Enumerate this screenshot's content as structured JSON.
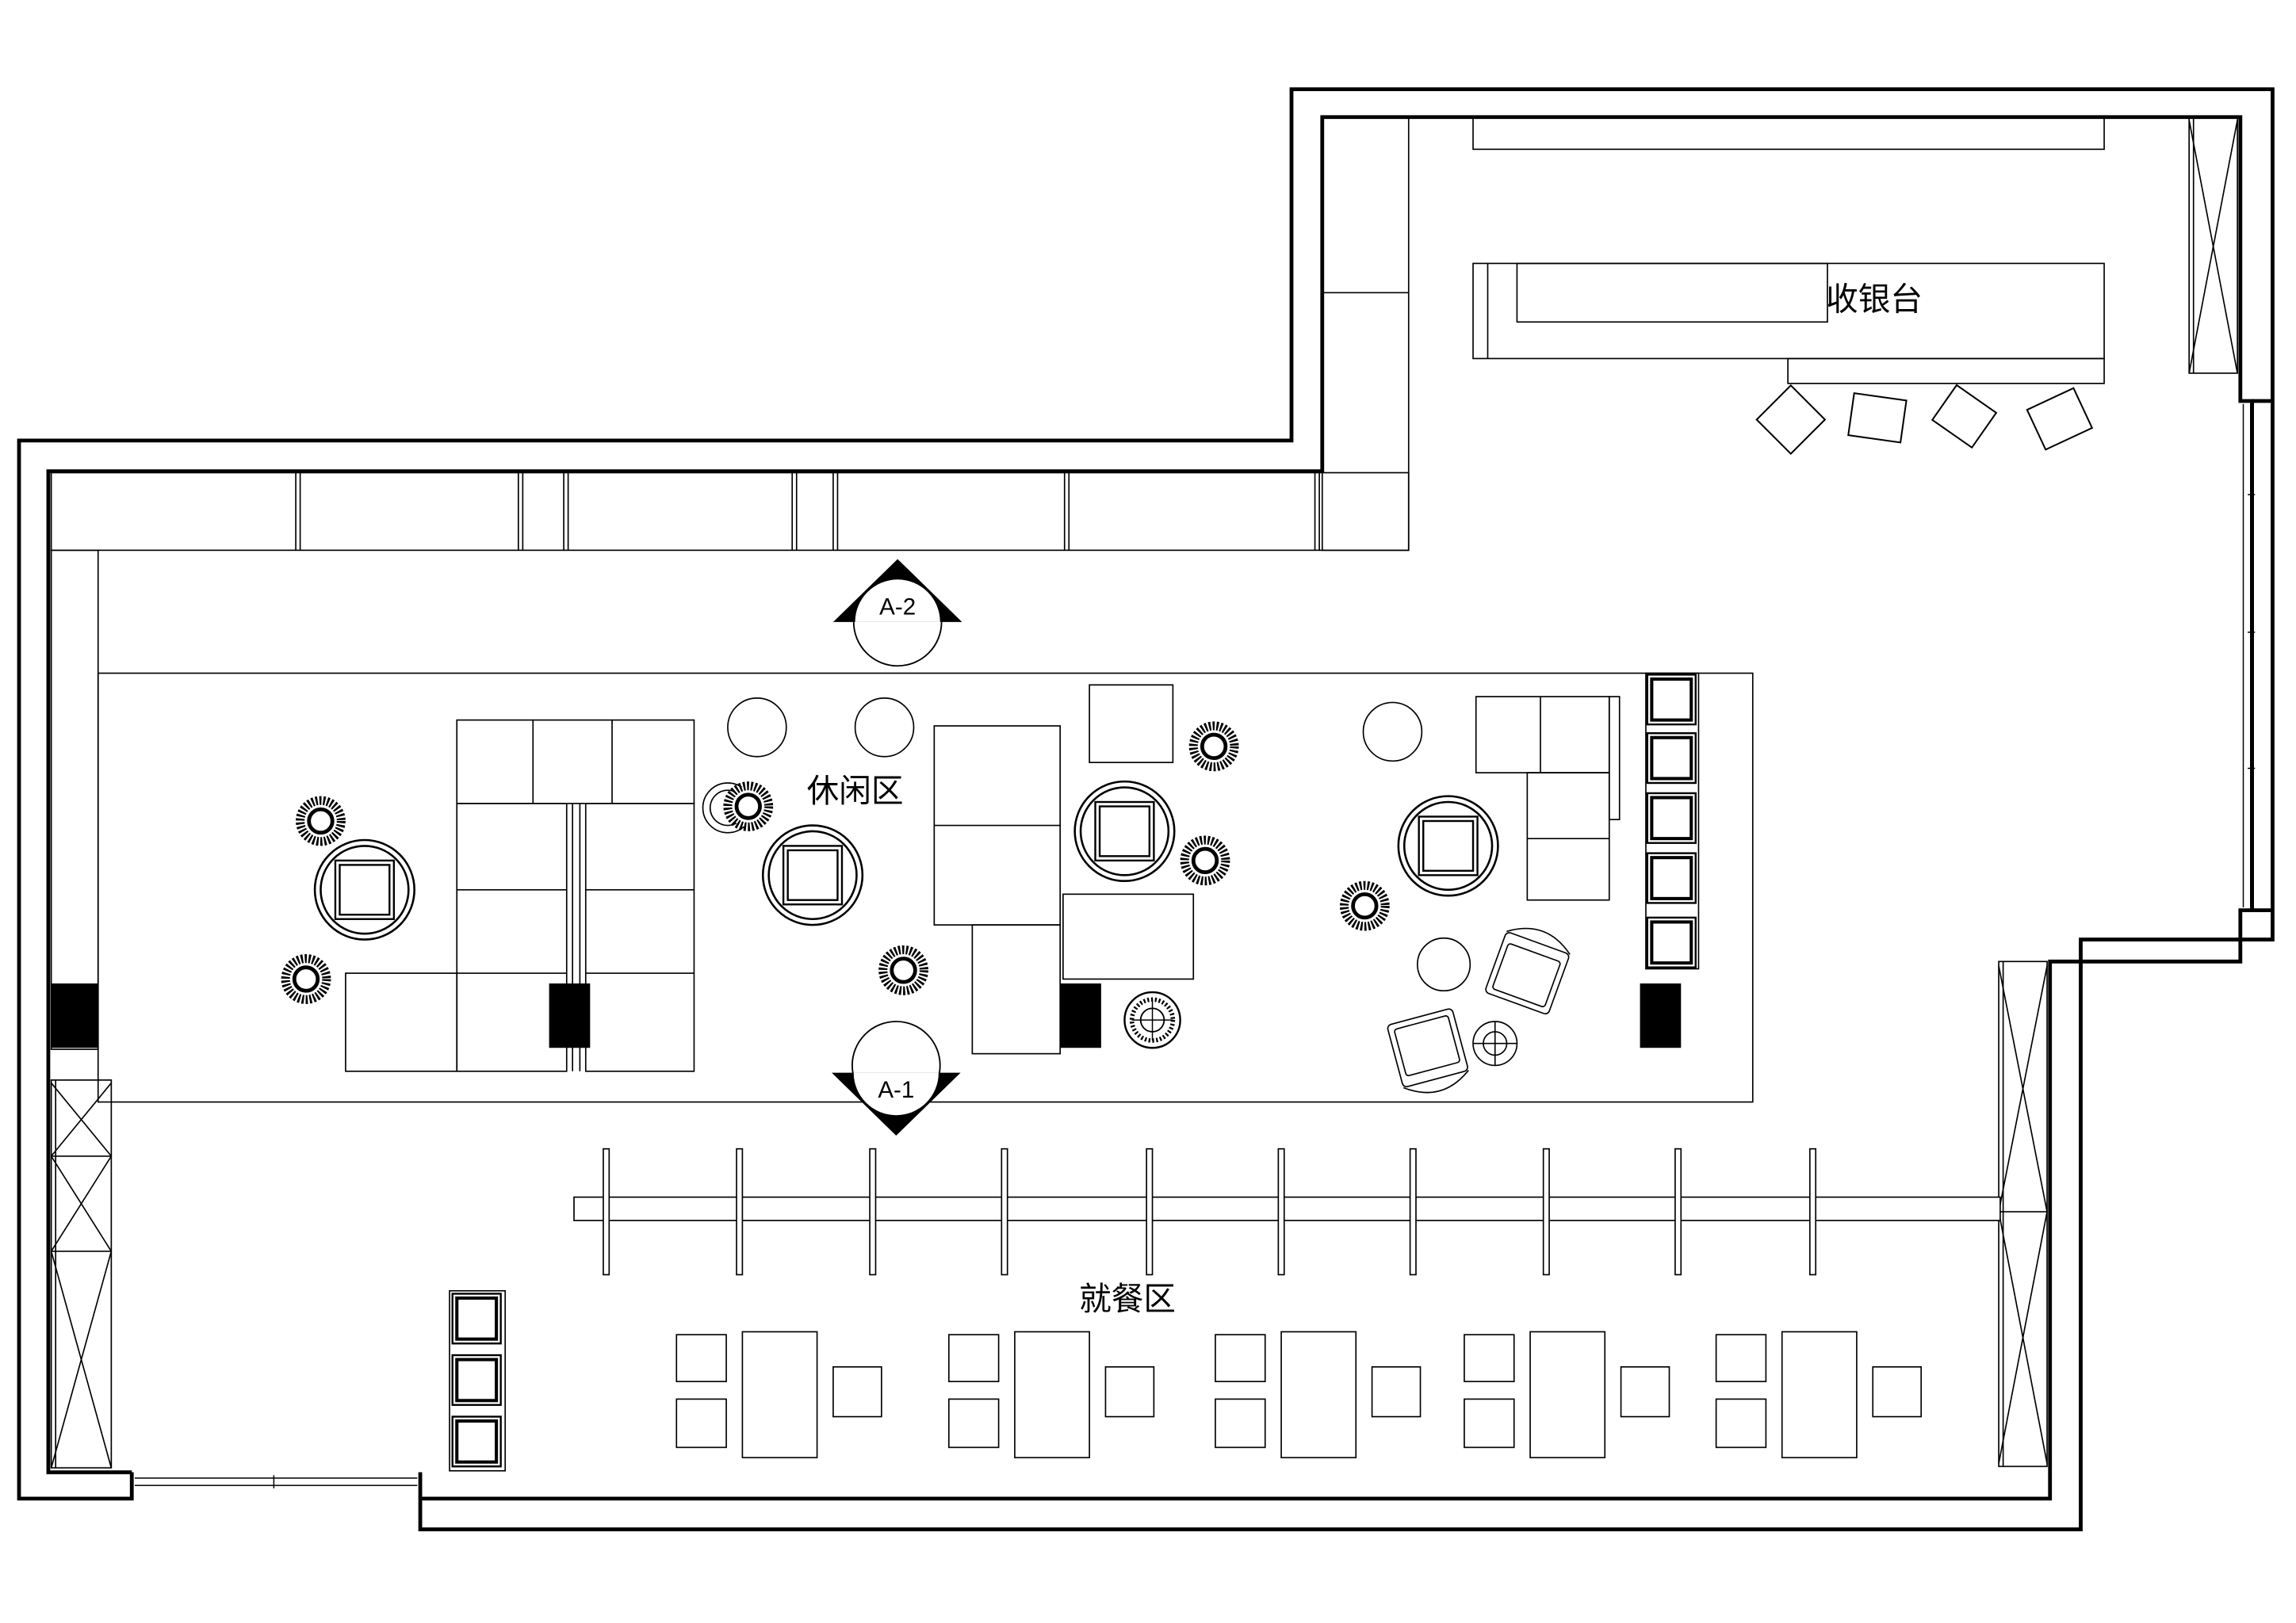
{
  "zones": {
    "cashier": "收银台",
    "lounge": "休闲区",
    "dining": "就餐区"
  },
  "section_markers": {
    "top": "A-2",
    "bottom": "A-1"
  }
}
